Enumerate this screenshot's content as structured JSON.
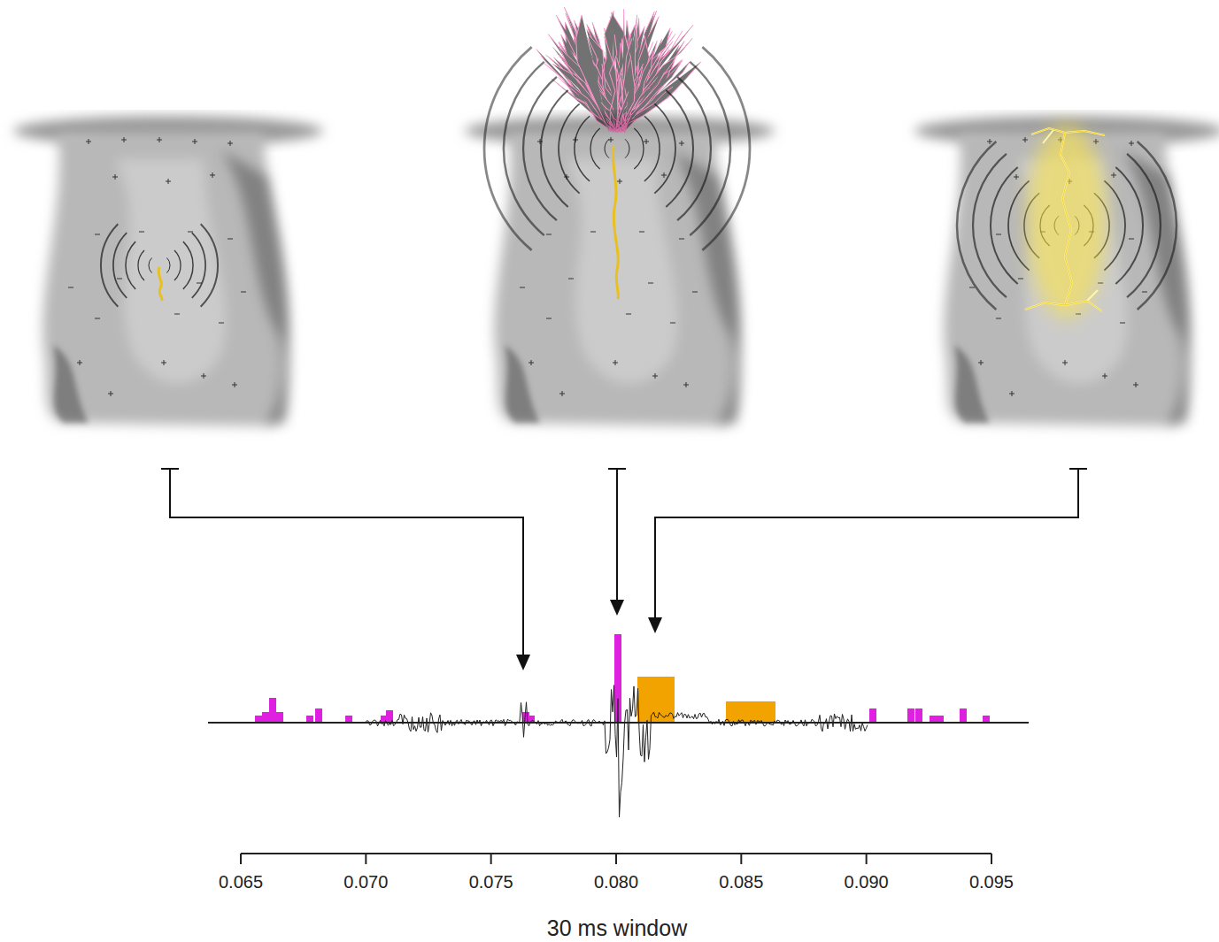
{
  "diagram": {
    "labels": [
      "0.065",
      "0.070",
      "0.075",
      "0.080",
      "0.085",
      "0.090",
      "0.095",
      "30 ms window"
    ]
  }
}
